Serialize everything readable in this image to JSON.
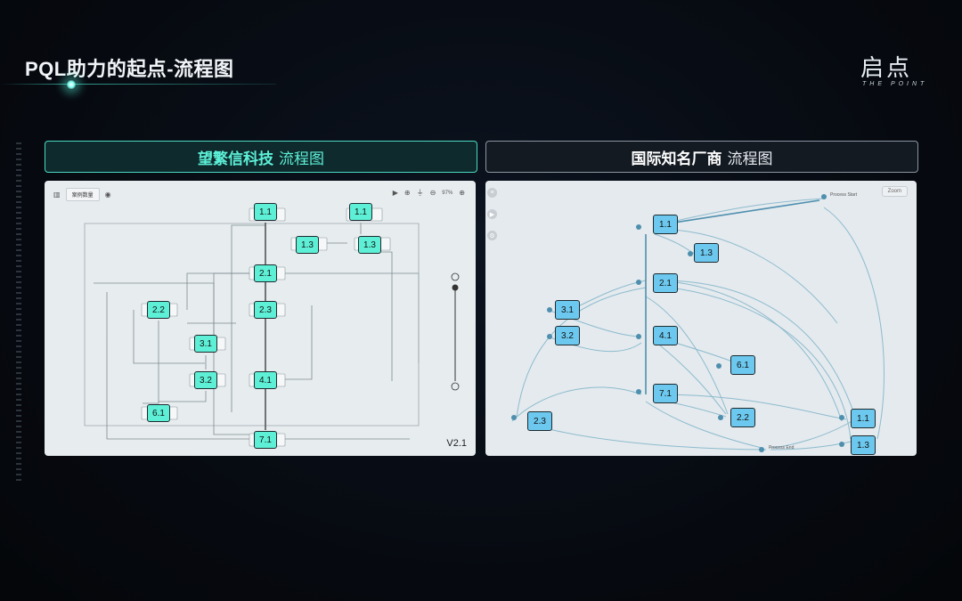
{
  "slide": {
    "title": "PQL助力的起点-流程图",
    "logo_main": "启点",
    "logo_sub": "THE POINT"
  },
  "left": {
    "header_bold": "望繁信科技",
    "header_rest": "流程图",
    "dropdown": "案例数量",
    "zoom_pct": "97%",
    "version": "V2.1",
    "nodes": [
      "1.1",
      "1.1",
      "1.3",
      "1.3",
      "2.1",
      "2.2",
      "2.3",
      "3.1",
      "3.2",
      "4.1",
      "6.1",
      "7.1"
    ]
  },
  "right": {
    "header_bold": "国际知名厂商",
    "header_rest": "流程图",
    "zoom_label": "Zoom",
    "process_start": "Process Start",
    "process_end": "Process End",
    "nodes": [
      "1.1",
      "1.3",
      "2.1",
      "3.1",
      "3.2",
      "4.1",
      "6.1",
      "7.1",
      "2.2",
      "2.3",
      "1.1",
      "1.3"
    ]
  },
  "colors": {
    "accent": "#5cf0d8",
    "left_node": "#5ef0d6",
    "right_node": "#6cc8ee"
  }
}
